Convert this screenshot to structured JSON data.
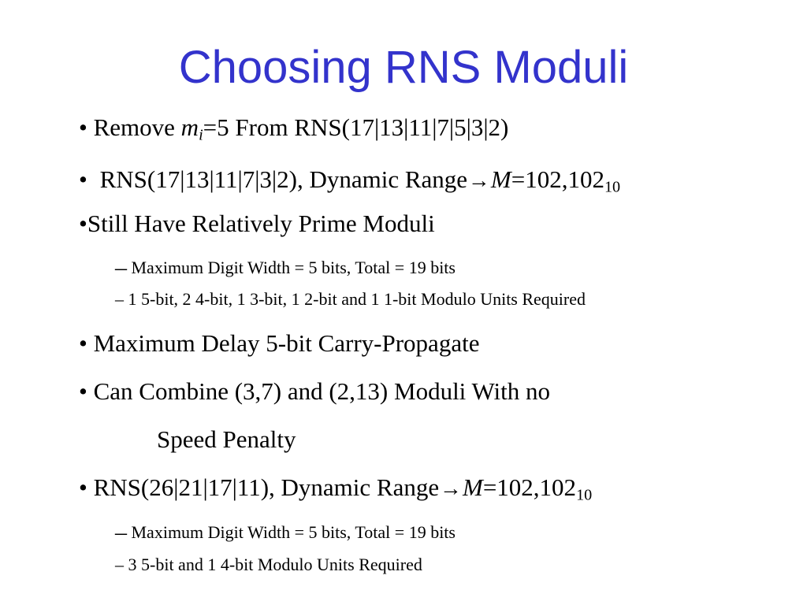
{
  "slide": {
    "title": "Choosing RNS Moduli",
    "bullet_char": "•",
    "dash_char": "–",
    "arrow_char": "→",
    "title_color": "#3333CC",
    "items": [
      {
        "pre": "Remove ",
        "var": "m",
        "var_sub": "i",
        "post": "=5 From RNS(17|13|11|7|5|3|2)"
      },
      {
        "pre": "RNS(17|13|11|7|3|2), Dynamic Range",
        "var": "M",
        "post": "=102,102",
        "sub": "10"
      },
      {
        "text": "Still Have Relatively Prime Moduli"
      },
      {
        "text": "Maximum Digit Width = 5 bits, Total = 19 bits"
      },
      {
        "text": "1 5-bit, 2 4-bit, 1 3-bit, 1 2-bit and 1 1-bit Modulo Units Required"
      },
      {
        "text": "Maximum Delay 5-bit Carry-Propagate"
      },
      {
        "text": "Can Combine (3,7) and (2,13) Moduli With no"
      },
      {
        "text": "Speed Penalty"
      },
      {
        "pre": "RNS(26|21|17|11), Dynamic Range",
        "var": "M",
        "post": "=102,102",
        "sub": "10"
      },
      {
        "text": "Maximum Digit Width = 5 bits, Total = 19 bits"
      },
      {
        "text": "3 5-bit and 1 4-bit Modulo Units Required"
      }
    ]
  }
}
